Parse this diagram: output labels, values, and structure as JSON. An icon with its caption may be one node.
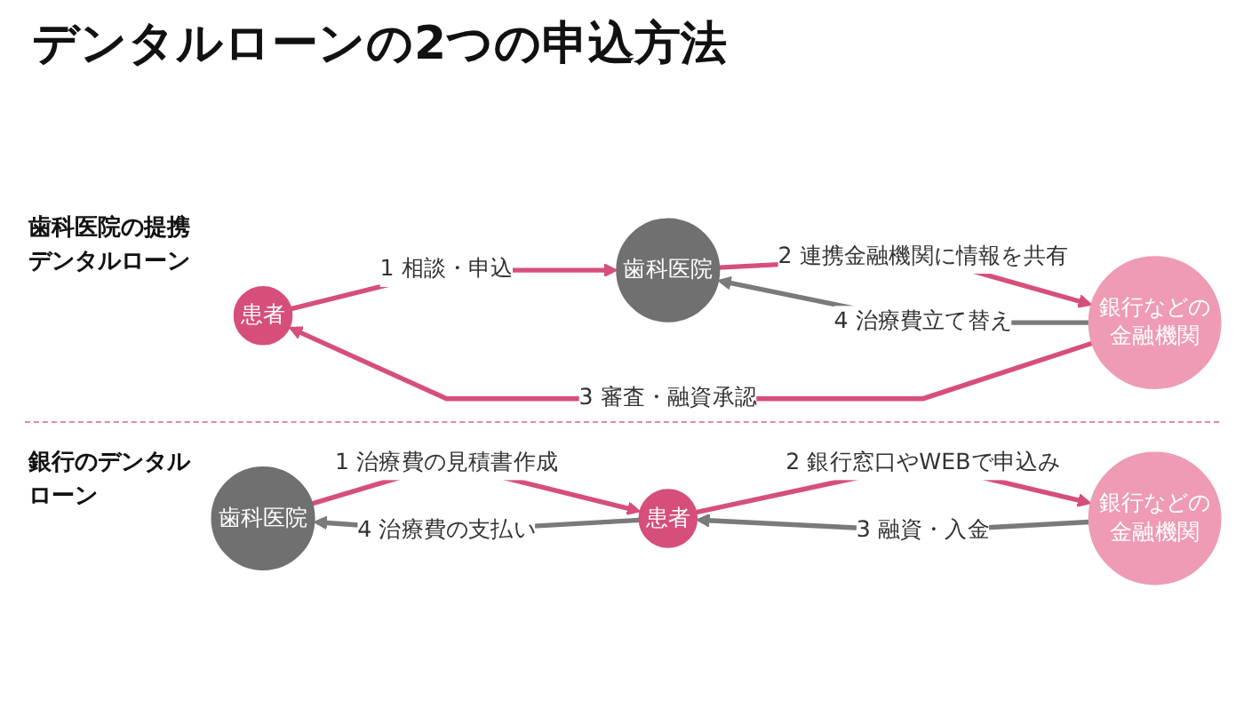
{
  "diagram": {
    "title": "デンタルローンの2つの申込方法",
    "nodes": [
      {
        "text": [
          "患者"
        ]
      },
      {
        "text": [
          "歯科医院"
        ]
      },
      {
        "text": [
          "銀行などの金融機関"
        ]
      },
      {
        "text": [
          "患者"
        ]
      },
      {
        "text": [
          "歯科医院"
        ]
      },
      {
        "text": [
          "銀行などの金融機関"
        ]
      }
    ],
    "edges": [
      {
        "from": 0,
        "to": 1,
        "arrow": "to",
        "label": "1 相談・申込"
      },
      {
        "from": 1,
        "to": 2,
        "arrow": "to",
        "label": "2 連携金融機関に情報を共有"
      },
      {
        "from": 2,
        "to": 0,
        "arrow": "to",
        "label": "3 審査・融資承認"
      },
      {
        "from": 2,
        "to": 1,
        "arrow": "to",
        "label": "4 治療費立て替え",
        "color": "#7a7a7a"
      },
      {
        "from": 4,
        "to": 3,
        "arrow": "to",
        "label": "1 治療費の見積書作成"
      },
      {
        "from": 3,
        "to": 5,
        "arrow": "to",
        "label": "2 銀行窓口やWEBで申込み"
      },
      {
        "from": 5,
        "to": 3,
        "arrow": "to",
        "label": "3 融資・入金",
        "color": "#7a7a7a"
      },
      {
        "from": 3,
        "to": 4,
        "arrow": "to",
        "label": "4 治療費の支払い",
        "color": "#7a7a7a"
      }
    ],
    "labels": [
      "歯科医院の提携デンタルローン",
      "銀行のデンタルローン"
    ]
  }
}
